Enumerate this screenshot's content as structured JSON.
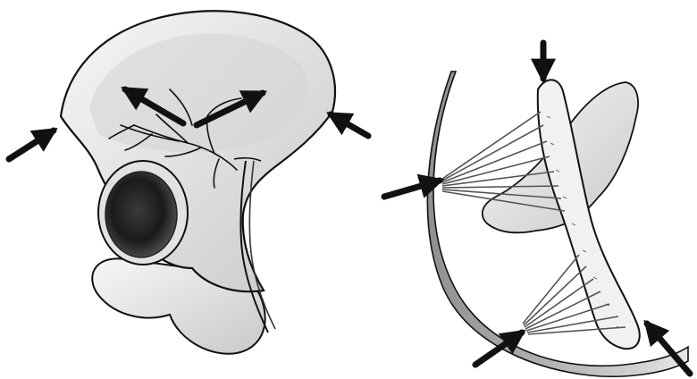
{
  "illustration": {
    "panels": [
      {
        "name": "pelvis-lateral-view",
        "arrow_count": 4
      },
      {
        "name": "iliac-crest-fan-view",
        "arrow_count": 4
      }
    ],
    "colors": {
      "bone_fill": "#ececec",
      "bone_shade": "#bdbdbd",
      "ink": "#111111",
      "socket_dark": "#1a1a1a",
      "band": "#a9a9a9",
      "fiber": "#555555"
    }
  }
}
